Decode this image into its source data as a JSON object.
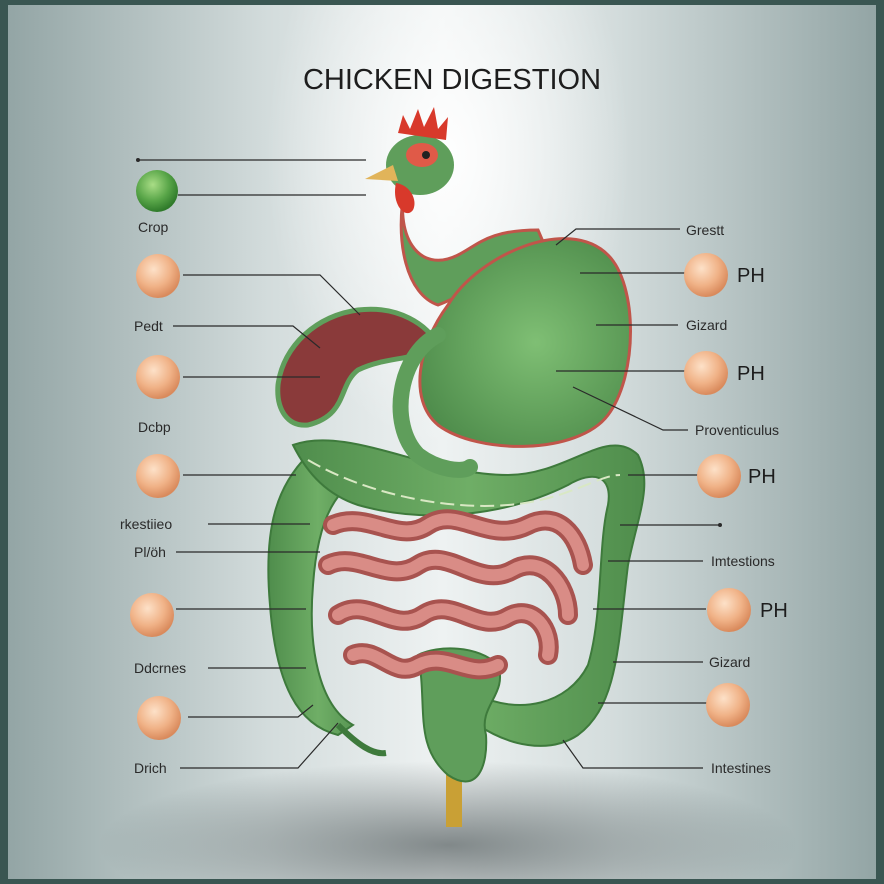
{
  "title": "CHICKEN DIGESTION",
  "left_labels": [
    "Crop",
    "Pedt",
    "Dcbp",
    "rkestiieo",
    "Pl/öh",
    "Ddcrnes",
    "Drich"
  ],
  "right_labels": [
    "Grestt",
    "Gizard",
    "Proventiculus",
    "Imtestions",
    "Gizard",
    "Intestines"
  ],
  "ph_labels": [
    "PH",
    "PH",
    "PH",
    "PH"
  ],
  "colors": {
    "organ_green": "#5f9e5b",
    "intestine_pink": "#c97a76",
    "liver_red": "#8a3a3a",
    "marker_peach": "#f0b287",
    "marker_green": "#58a548",
    "comb_red": "#d8392b"
  }
}
